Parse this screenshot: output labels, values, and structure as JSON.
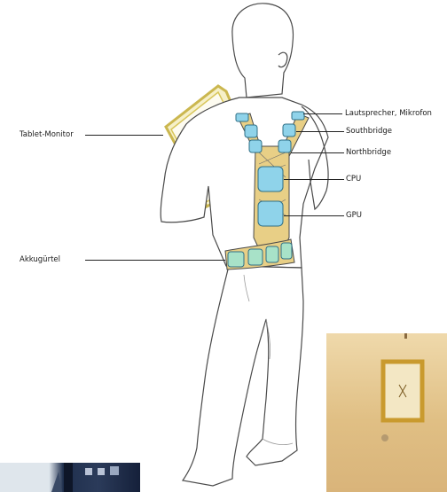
{
  "diagram": {
    "labels": {
      "tablet_monitor": "Tablet-Monitor",
      "speaker_mic": "Lautsprecher, Mikrofon",
      "southbridge": "Southbridge",
      "northbridge": "Northbridge",
      "cpu": "CPU",
      "gpu": "GPU",
      "battery_belt": "Akkugürtel"
    }
  },
  "colors": {
    "sketch_line": "#4a4a4a",
    "harness_fill": "#e8cf86",
    "component_fill": "#8fd3ea",
    "component_stroke": "#2f6f86",
    "belt_component": "#a8e2c8",
    "tablet_frame": "#d8c65a",
    "photo_right_bg": "#e3c48d",
    "photo_right_frame": "#c99a2e",
    "photo_left_bg": "#1e2c45"
  }
}
